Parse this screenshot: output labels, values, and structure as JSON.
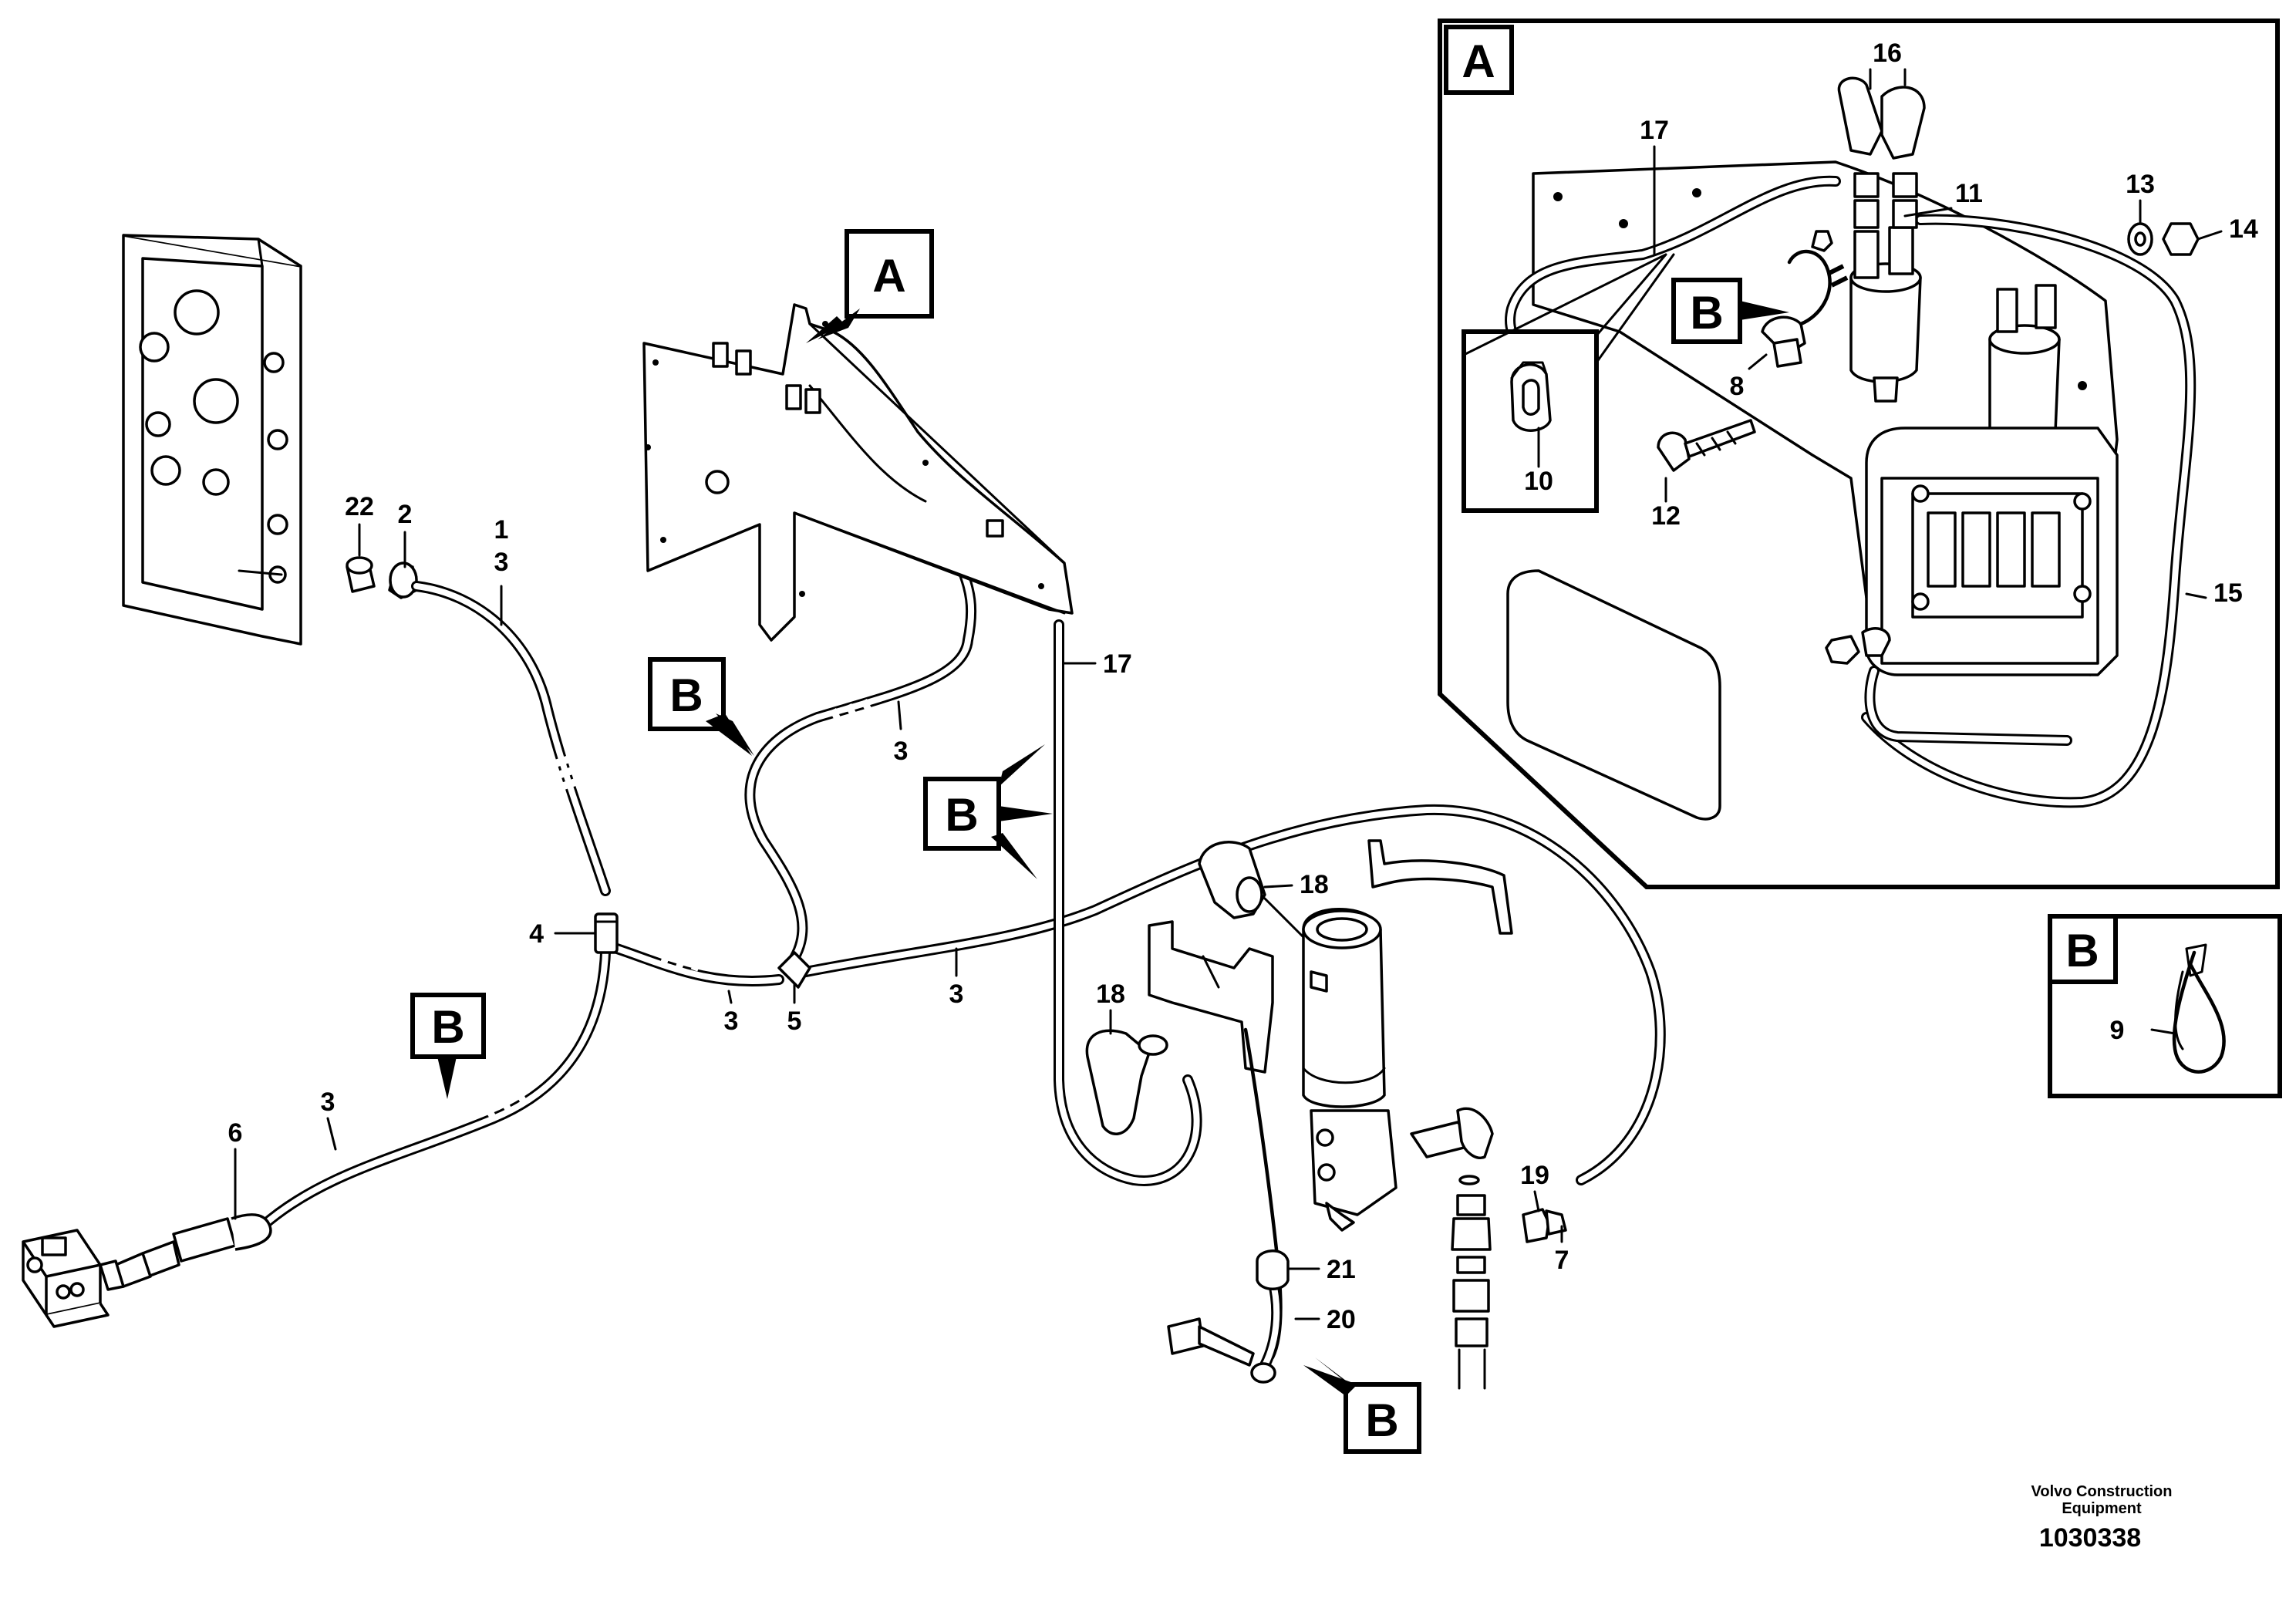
{
  "callouts": [
    {
      "id": "c1",
      "text": "1"
    },
    {
      "id": "c3a",
      "text": "3"
    },
    {
      "id": "c22",
      "text": "22"
    },
    {
      "id": "c2",
      "text": "2"
    },
    {
      "id": "c4",
      "text": "4"
    },
    {
      "id": "c3b",
      "text": "3"
    },
    {
      "id": "c3c",
      "text": "3"
    },
    {
      "id": "c5",
      "text": "5"
    },
    {
      "id": "c3d",
      "text": "3"
    },
    {
      "id": "c3e",
      "text": "3"
    },
    {
      "id": "c6",
      "text": "6"
    },
    {
      "id": "c17a",
      "text": "17"
    },
    {
      "id": "c18a",
      "text": "18"
    },
    {
      "id": "c18b",
      "text": "18"
    },
    {
      "id": "c19",
      "text": "19"
    },
    {
      "id": "c7",
      "text": "7"
    },
    {
      "id": "c21",
      "text": "21"
    },
    {
      "id": "c20",
      "text": "20"
    },
    {
      "id": "c16",
      "text": "16"
    },
    {
      "id": "c17b",
      "text": "17"
    },
    {
      "id": "c11",
      "text": "11"
    },
    {
      "id": "c13",
      "text": "13"
    },
    {
      "id": "c14",
      "text": "14"
    },
    {
      "id": "c8",
      "text": "8"
    },
    {
      "id": "c10",
      "text": "10"
    },
    {
      "id": "c12",
      "text": "12"
    },
    {
      "id": "c15",
      "text": "15"
    },
    {
      "id": "c9",
      "text": "9"
    }
  ],
  "detail_labels": [
    {
      "id": "lA_main",
      "text": "A"
    },
    {
      "id": "lB_left",
      "text": "B"
    },
    {
      "id": "lB_mid",
      "text": "B"
    },
    {
      "id": "lB_lower",
      "text": "B"
    },
    {
      "id": "lB_bottom",
      "text": "B"
    },
    {
      "id": "lA_inset",
      "text": "A"
    },
    {
      "id": "lB_inset",
      "text": "B"
    },
    {
      "id": "lB_small",
      "text": "B"
    }
  ],
  "footer": {
    "company_line1": "Volvo Construction",
    "company_line2": "Equipment",
    "drawing_number": "1030338"
  }
}
